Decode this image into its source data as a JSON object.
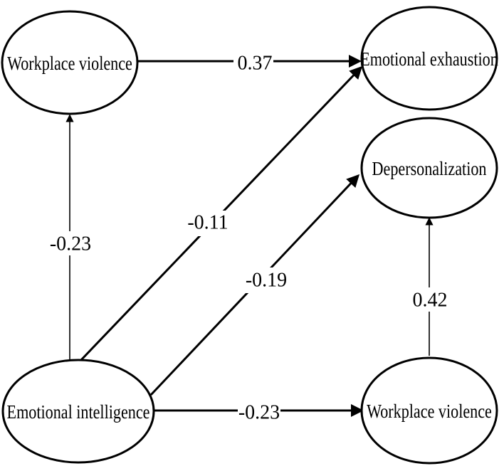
{
  "nodes": {
    "wv_top": {
      "label": "Workplace violence"
    },
    "ee": {
      "label": "Emotional exhaustion"
    },
    "dp": {
      "label": "Depersonalization"
    },
    "ei": {
      "label": "Emotional intelligence"
    },
    "wv_bottom": {
      "label": "Workplace violence"
    }
  },
  "edges": {
    "wv_top_to_ee": {
      "label": "0.37"
    },
    "ei_to_wv_top": {
      "label": "-0.23"
    },
    "ei_to_ee": {
      "label": "-0.11"
    },
    "ei_to_dp": {
      "label": "-0.19"
    },
    "ei_to_wv_bottom": {
      "label": "-0.23"
    },
    "wv_bottom_to_dp": {
      "label": "0.42"
    }
  }
}
